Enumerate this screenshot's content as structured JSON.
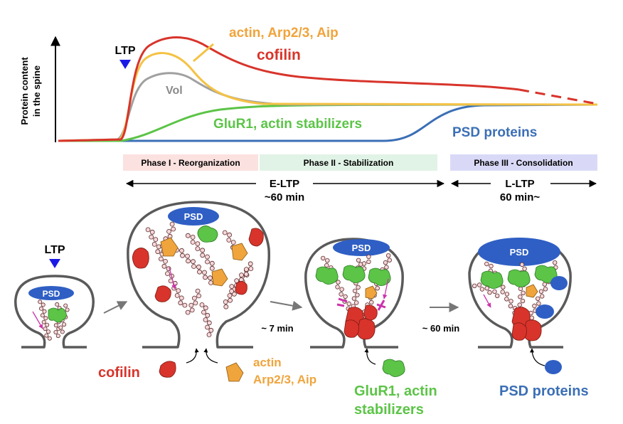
{
  "graph": {
    "y_axis_label_line1": "Protein content",
    "y_axis_label_line2": "in the spine",
    "ltp_marker": "LTP",
    "curves": {
      "actin": {
        "label": "actin, Arp2/3, Aip",
        "color": "#f0a43c"
      },
      "cofilin": {
        "label": "cofilin",
        "color": "#d8342b"
      },
      "vol": {
        "label": "Vol",
        "color": "#999999"
      },
      "glur1": {
        "label": "GluR1, actin stabilizers",
        "color": "#5cc447"
      },
      "psd": {
        "label": "PSD proteins",
        "color": "#3b6fb6"
      }
    }
  },
  "phases": [
    {
      "label": "Phase I - Reorganization",
      "bg": "#fbe1df"
    },
    {
      "label": "Phase II - Stabilization",
      "bg": "#e1f3e6"
    },
    {
      "label": "Phase III - Consolidation",
      "bg": "#d9d9f7"
    }
  ],
  "timeline": {
    "eltp": {
      "label": "E-LTP",
      "duration": "~60 min"
    },
    "lltp": {
      "label": "L-LTP",
      "duration": "60 min~"
    }
  },
  "spines": {
    "ltp_label": "LTP",
    "psd_label": "PSD",
    "step1_time": "~ 7 min",
    "step2_time": "~ 60 min"
  },
  "bottom_labels": {
    "cofilin": "cofilin",
    "actin_line1": "actin",
    "actin_line2": "Arp2/3, Aip",
    "glur1_line1": "GluR1, actin",
    "glur1_line2": "stabilizers",
    "psd": "PSD proteins"
  },
  "colors": {
    "cofilin": "#d8342b",
    "actin": "#f0a43c",
    "glur1": "#5cc447",
    "psd": "#2f5fc4",
    "psd_text": "#3b6fb6",
    "actin_bead": "#f6d7d9",
    "spine_outline": "#5a5a5a",
    "arrow_gray": "#777777",
    "ltp_triangle": "#1a1ae6",
    "magenta": "#cc33aa"
  }
}
